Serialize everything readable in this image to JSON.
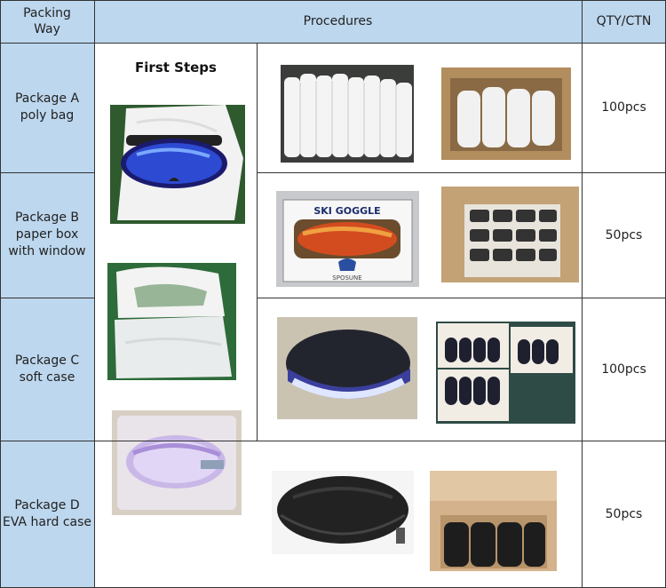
{
  "header": {
    "packing_way": "Packing\nWay",
    "procedures": "Procedures",
    "qty_ctn": "QTY/CTN"
  },
  "first_steps": "First Steps",
  "rows": [
    {
      "label": "Package A\npoly bag",
      "qty": "100pcs"
    },
    {
      "label": "Package B\npaper box\nwith window",
      "qty": "50pcs"
    },
    {
      "label": "Package C\nsoft case",
      "qty": "100pcs"
    },
    {
      "label": "Package D\nEVA hard case",
      "qty": "50pcs"
    }
  ],
  "box_print": "SKI GOGGLE",
  "brand_print": "SPOSUNE"
}
